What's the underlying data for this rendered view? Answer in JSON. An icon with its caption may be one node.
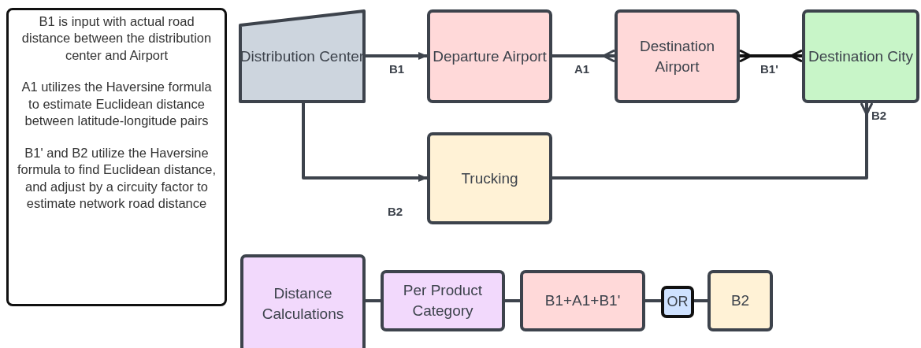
{
  "diagram": {
    "nodes": [
      {
        "text": [
          "B1 is input with actual road distance between the distribution center and Airport",
          "A1 utilizes the Haversine formula to estimate Euclidean distance between latitude-longitude pairs",
          "B1' and B2 utilize the Haversine formula to find Euclidean distance, and adjust by a circuity factor to estimate network road distance"
        ]
      },
      {
        "text": [
          "Distribution Center"
        ]
      },
      {
        "text": [
          "Departure Airport"
        ]
      },
      {
        "text": [
          "Destination Airport"
        ]
      },
      {
        "text": [
          "Destination City"
        ]
      },
      {
        "text": [
          "Trucking"
        ]
      },
      {
        "text": [
          "Distance Calculations"
        ]
      },
      {
        "text": [
          "Per Product Category"
        ]
      },
      {
        "text": [
          "B1+A1+B1'"
        ]
      },
      {
        "text": [
          "OR"
        ]
      },
      {
        "text": [
          "B2"
        ]
      }
    ],
    "edges": [
      {
        "from": 1,
        "to": 2,
        "arrow": "to",
        "label": "B1"
      },
      {
        "from": 2,
        "to": 3,
        "arrow": "other",
        "label": "A1"
      },
      {
        "from": 3,
        "to": 4,
        "arrow": "other",
        "label": "B1'",
        "color": "#111111"
      },
      {
        "from": 1,
        "to": 5,
        "arrow": "to",
        "label": "B2"
      },
      {
        "from": 5,
        "to": 4,
        "arrow": "other",
        "label": "B2"
      },
      {
        "from": 6,
        "to": 7,
        "arrow": "none"
      },
      {
        "from": 7,
        "to": 8,
        "arrow": "none"
      },
      {
        "from": 8,
        "to": 9,
        "arrow": "none"
      },
      {
        "from": 9,
        "to": 10,
        "arrow": "none"
      }
    ]
  }
}
